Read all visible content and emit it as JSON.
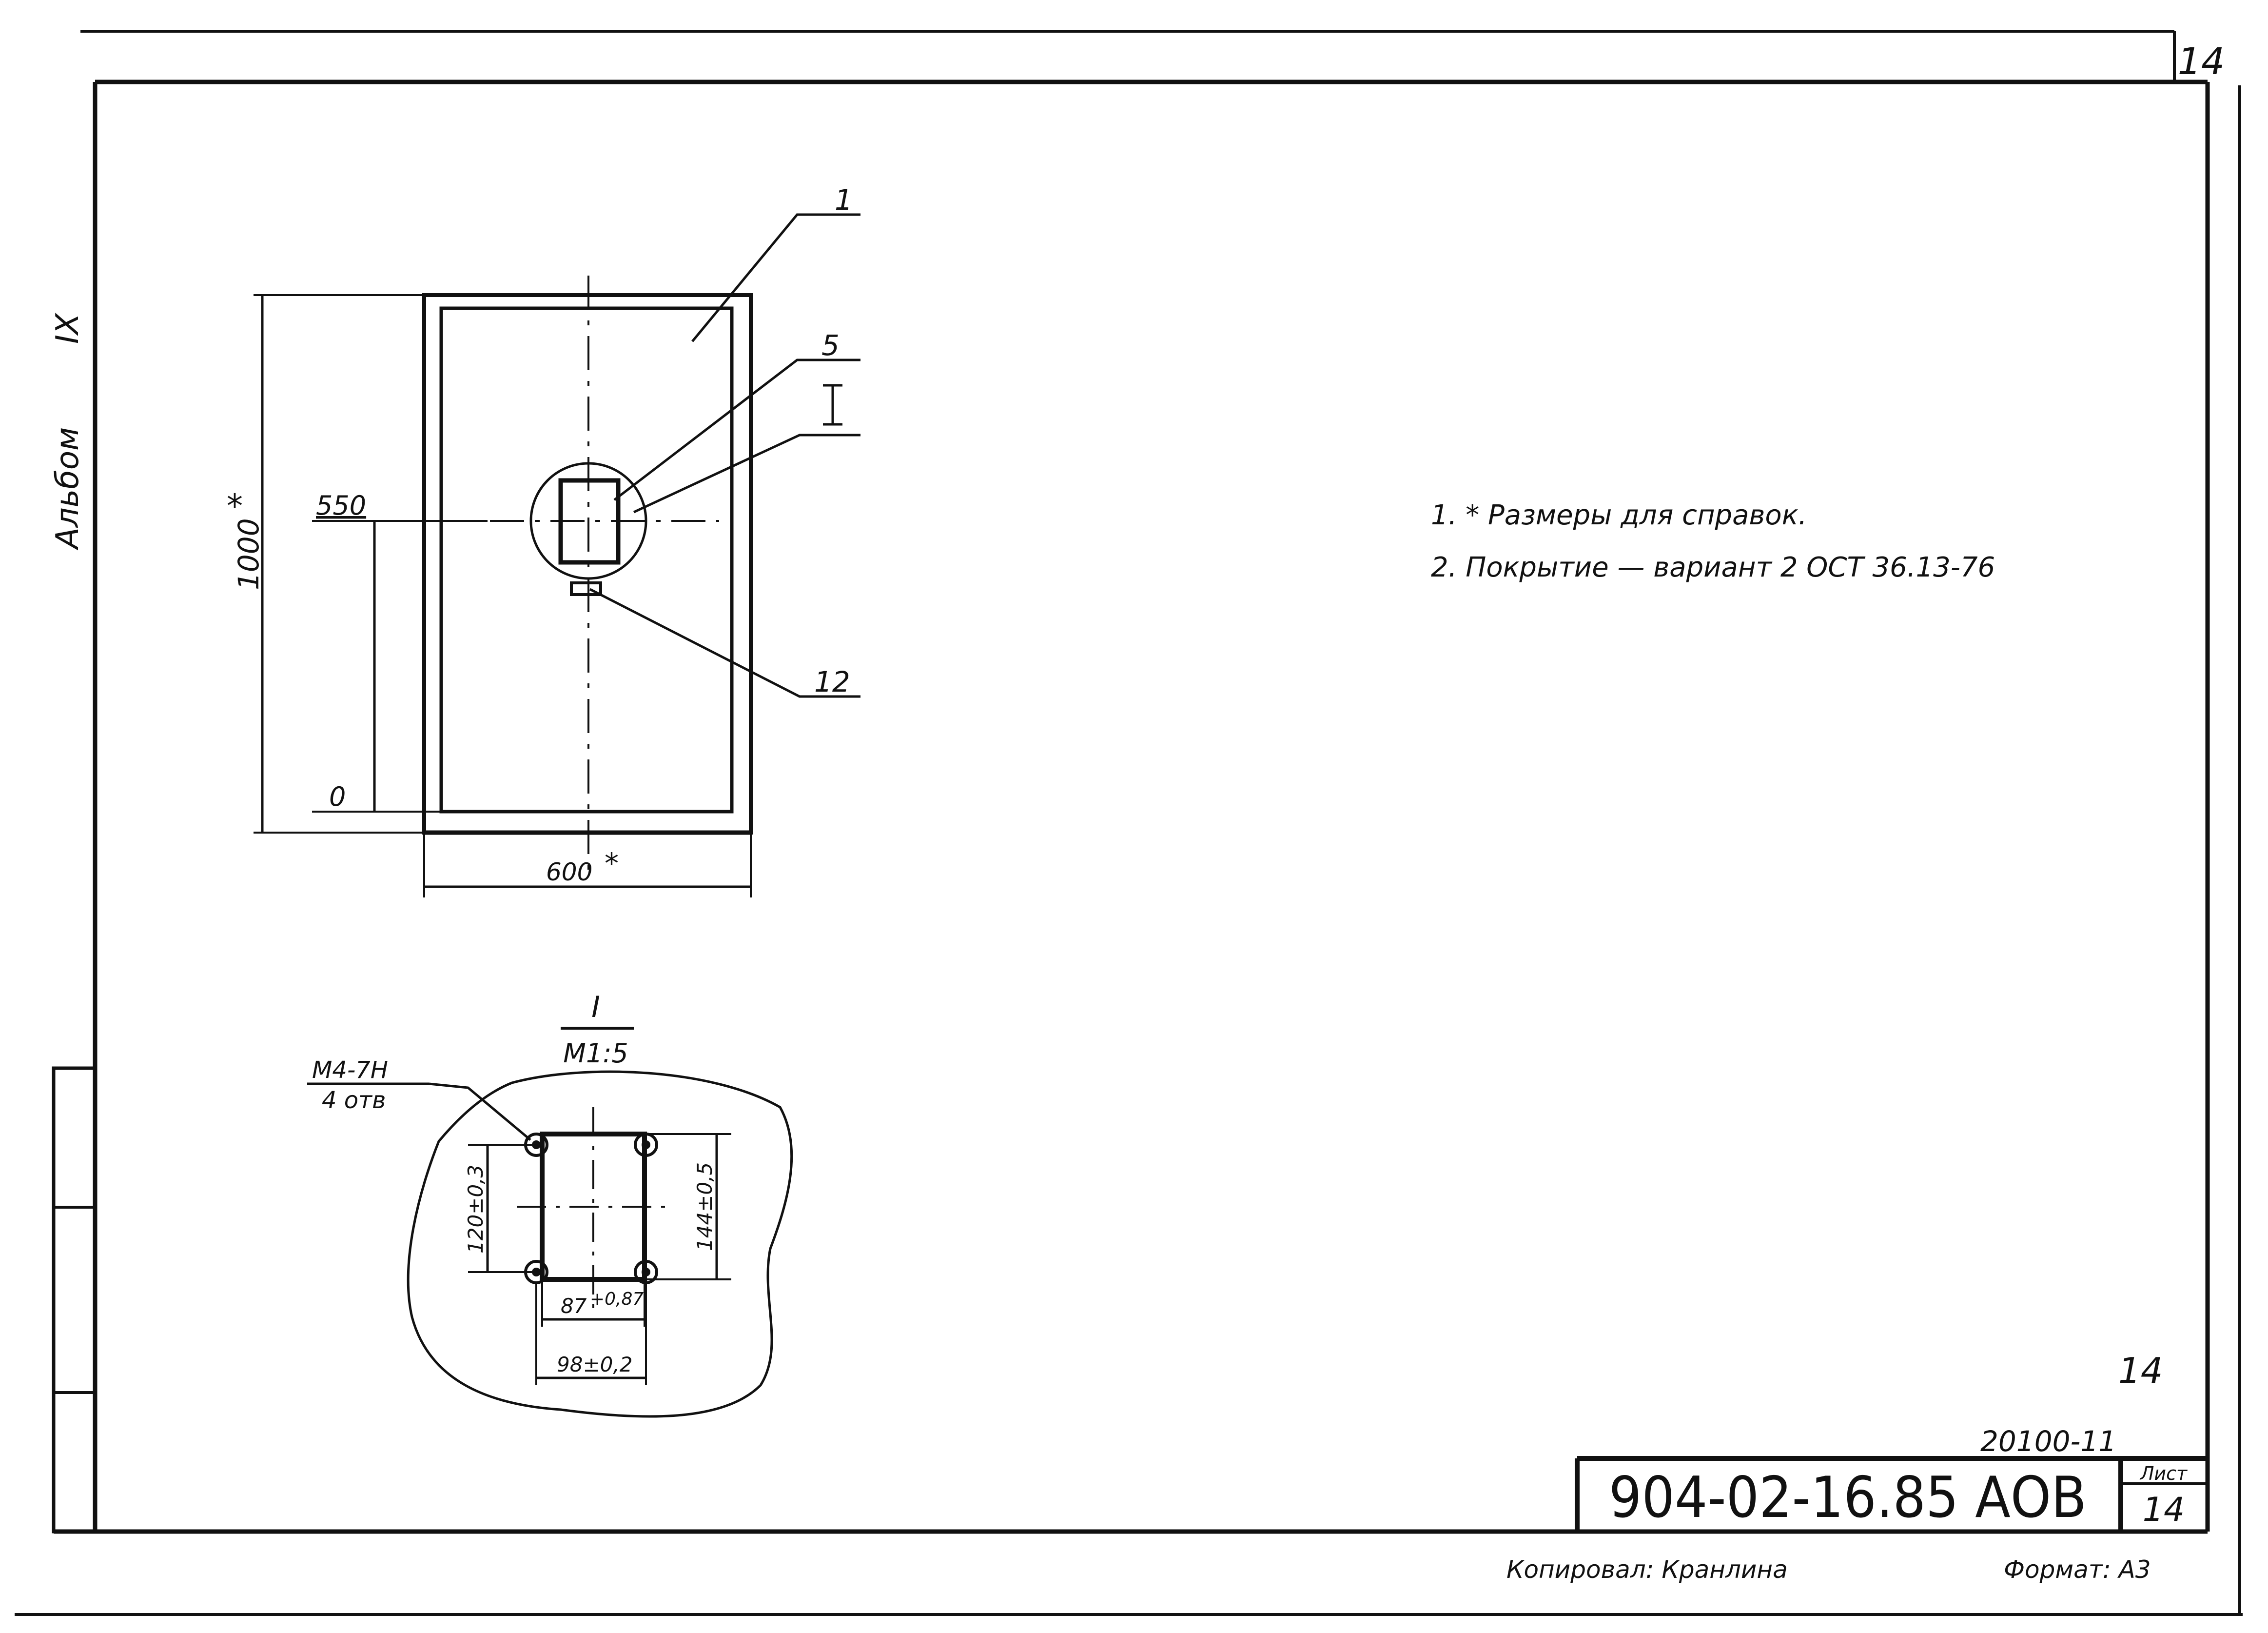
{
  "sheet": {
    "corner_sheet_no": "14",
    "album": "Альбом",
    "album_volume": "IX"
  },
  "callouts": [
    "1",
    "5",
    "I",
    "12"
  ],
  "dimensions": {
    "height": "1000",
    "width": "600",
    "star": "*",
    "level_top": "550",
    "level_bottom": "0"
  },
  "detail": {
    "view_label": "I",
    "scale": "M1:5",
    "thread": "M4-7H",
    "holes": "4 отв",
    "dim_v1": "120±0,3",
    "dim_v2": "144±0,5",
    "dim_h1": "87",
    "dim_h1_tol": "+0,87",
    "dim_h2": "98±0,2"
  },
  "notes": [
    "1. * Размеры для справок.",
    "2. Покрытие — вариант 2  ОСТ 36.13-76"
  ],
  "inventory": {
    "sheet_mark": "14",
    "number": "20100-11"
  },
  "title_block": {
    "designation": "904-02-16.85 АОВ",
    "sheet_label": "Лист",
    "sheet_number": "14"
  },
  "footer": {
    "copied_by": "Копировал: Кранлина",
    "format": "Формат: А3"
  }
}
